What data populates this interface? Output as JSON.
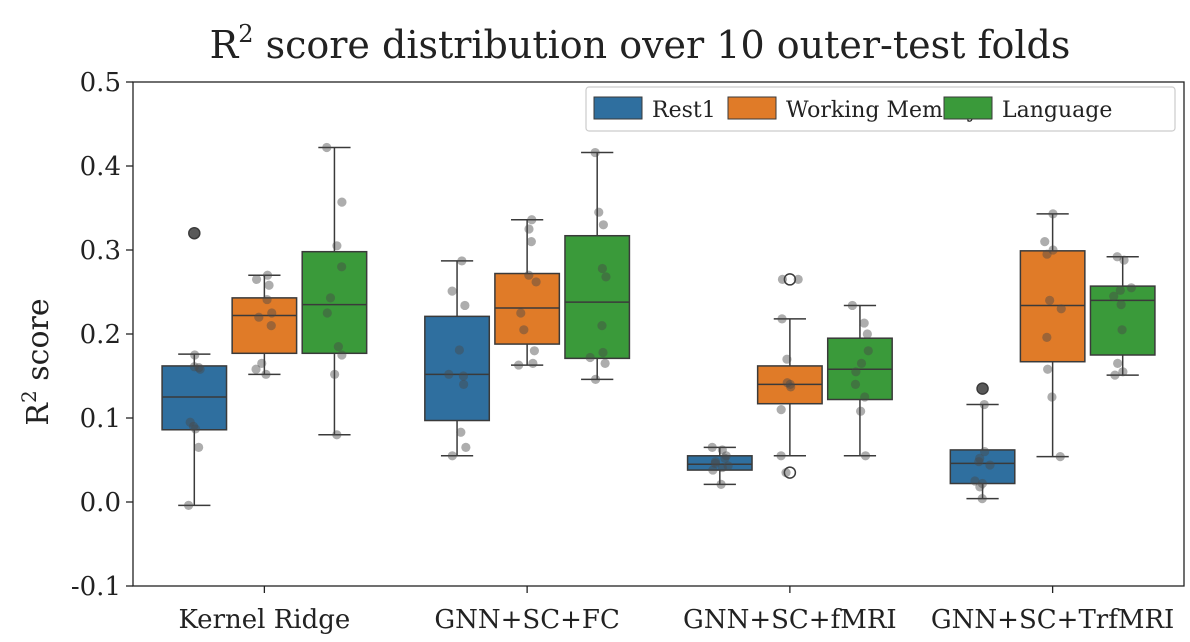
{
  "chart_data": {
    "type": "box",
    "title": "R² score distribution over 10 outer-test folds",
    "title_main": "R",
    "title_sup": "2",
    "title_rest": " score distribution over 10 outer-test folds",
    "ylabel_main": "R",
    "ylabel_sup": "2",
    "ylabel_rest": " score",
    "xlabel": "",
    "ylim": [
      -0.1,
      0.5
    ],
    "yticks": [
      "-0.1",
      "0.0",
      "0.1",
      "0.2",
      "0.3",
      "0.4",
      "0.5"
    ],
    "ytick_values": [
      -0.1,
      0.0,
      0.1,
      0.2,
      0.3,
      0.4,
      0.5
    ],
    "grid": false,
    "legend_position": "top-right",
    "categories": [
      "Kernel Ridge",
      "GNN+SC+FC",
      "GNN+SC+fMRI",
      "GNN+SC+TrfMRI"
    ],
    "series": [
      {
        "name": "Rest1",
        "color": "#2f6f9f",
        "boxes": [
          {
            "whislo": -0.004,
            "q1": 0.086,
            "med": 0.125,
            "q3": 0.162,
            "whishi": 0.176,
            "fliers": [
              0.32
            ],
            "points": [
              -0.004,
              0.065,
              0.087,
              0.09,
              0.095,
              0.158,
              0.16,
              0.161,
              0.175,
              0.32
            ]
          },
          {
            "whislo": 0.055,
            "q1": 0.097,
            "med": 0.152,
            "q3": 0.221,
            "whishi": 0.287,
            "fliers": [],
            "points": [
              0.055,
              0.065,
              0.083,
              0.14,
              0.15,
              0.152,
              0.181,
              0.234,
              0.251,
              0.287
            ]
          },
          {
            "whislo": 0.021,
            "q1": 0.038,
            "med": 0.045,
            "q3": 0.055,
            "whishi": 0.065,
            "fliers": [],
            "points": [
              0.021,
              0.038,
              0.041,
              0.043,
              0.046,
              0.048,
              0.052,
              0.055,
              0.062,
              0.065
            ]
          },
          {
            "whislo": 0.004,
            "q1": 0.022,
            "med": 0.046,
            "q3": 0.062,
            "whishi": 0.116,
            "fliers": [
              0.135
            ],
            "points": [
              0.004,
              0.018,
              0.022,
              0.025,
              0.044,
              0.048,
              0.052,
              0.06,
              0.116,
              0.135
            ]
          }
        ]
      },
      {
        "name": "Working Memory",
        "color": "#e07b28",
        "boxes": [
          {
            "whislo": 0.152,
            "q1": 0.177,
            "med": 0.222,
            "q3": 0.243,
            "whishi": 0.27,
            "fliers": [],
            "points": [
              0.152,
              0.158,
              0.165,
              0.21,
              0.22,
              0.225,
              0.241,
              0.258,
              0.265,
              0.27
            ]
          },
          {
            "whislo": 0.163,
            "q1": 0.188,
            "med": 0.231,
            "q3": 0.272,
            "whishi": 0.336,
            "fliers": [],
            "points": [
              0.163,
              0.165,
              0.18,
              0.205,
              0.225,
              0.262,
              0.27,
              0.31,
              0.325,
              0.336
            ]
          },
          {
            "whislo": 0.055,
            "q1": 0.117,
            "med": 0.14,
            "q3": 0.162,
            "whishi": 0.218,
            "fliers": [
              0.035,
              0.265
            ],
            "points": [
              0.035,
              0.055,
              0.11,
              0.137,
              0.14,
              0.142,
              0.17,
              0.218,
              0.265,
              0.265
            ]
          },
          {
            "whislo": 0.054,
            "q1": 0.167,
            "med": 0.234,
            "q3": 0.299,
            "whishi": 0.343,
            "fliers": [],
            "points": [
              0.054,
              0.125,
              0.158,
              0.196,
              0.23,
              0.24,
              0.295,
              0.3,
              0.31,
              0.343
            ]
          }
        ]
      },
      {
        "name": "Language",
        "color": "#3a9a3a",
        "boxes": [
          {
            "whislo": 0.08,
            "q1": 0.177,
            "med": 0.235,
            "q3": 0.298,
            "whishi": 0.422,
            "fliers": [],
            "points": [
              0.08,
              0.152,
              0.175,
              0.185,
              0.225,
              0.243,
              0.28,
              0.305,
              0.357,
              0.422
            ]
          },
          {
            "whislo": 0.146,
            "q1": 0.171,
            "med": 0.238,
            "q3": 0.317,
            "whishi": 0.416,
            "fliers": [],
            "points": [
              0.146,
              0.165,
              0.172,
              0.178,
              0.21,
              0.268,
              0.278,
              0.33,
              0.345,
              0.416
            ]
          },
          {
            "whislo": 0.055,
            "q1": 0.122,
            "med": 0.158,
            "q3": 0.195,
            "whishi": 0.234,
            "fliers": [],
            "points": [
              0.055,
              0.108,
              0.125,
              0.14,
              0.155,
              0.165,
              0.18,
              0.2,
              0.213,
              0.234
            ]
          },
          {
            "whislo": 0.151,
            "q1": 0.175,
            "med": 0.24,
            "q3": 0.257,
            "whishi": 0.292,
            "fliers": [],
            "points": [
              0.151,
              0.155,
              0.165,
              0.205,
              0.235,
              0.245,
              0.252,
              0.255,
              0.288,
              0.292
            ]
          }
        ]
      }
    ]
  }
}
